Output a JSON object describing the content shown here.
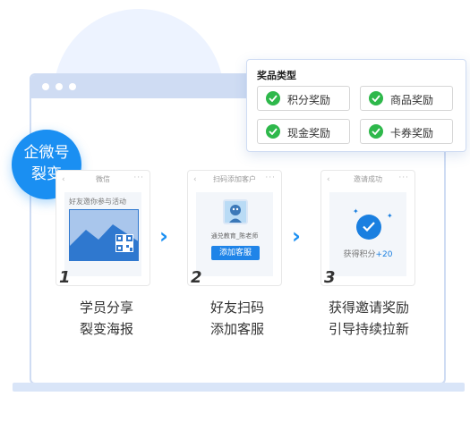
{
  "badge": {
    "line1": "企微号",
    "line2": "裂变"
  },
  "prize_panel": {
    "title": "奖品类型",
    "options": [
      {
        "label": "积分奖励",
        "checked": true
      },
      {
        "label": "商品奖励",
        "checked": true
      },
      {
        "label": "现金奖励",
        "checked": true
      },
      {
        "label": "卡券奖励",
        "checked": true
      }
    ]
  },
  "steps": [
    {
      "number": "1",
      "screen_title": "微信",
      "screen_text": "好友邀你参与活动",
      "caption_line1": "学员分享",
      "caption_line2": "裂变海报"
    },
    {
      "number": "2",
      "screen_title": "扫码添加客户",
      "contact_name": "通兑教育_陈老师",
      "button_label": "添加客服",
      "caption_line1": "好友扫码",
      "caption_line2": "添加客服"
    },
    {
      "number": "3",
      "screen_title": "邀请成功",
      "points_label": "获得积分",
      "points_value": "+20",
      "caption_line1": "获得邀请奖励",
      "caption_line2": "引导持续拉新"
    }
  ],
  "colors": {
    "accent": "#1a8ff2",
    "check": "#2eb84b",
    "frame": "#cfdcf3"
  },
  "icons": [
    "check-icon",
    "chevron-right-icon",
    "back-arrow-icon",
    "more-icon",
    "qr-code-icon",
    "avatar-icon",
    "success-check-icon"
  ]
}
